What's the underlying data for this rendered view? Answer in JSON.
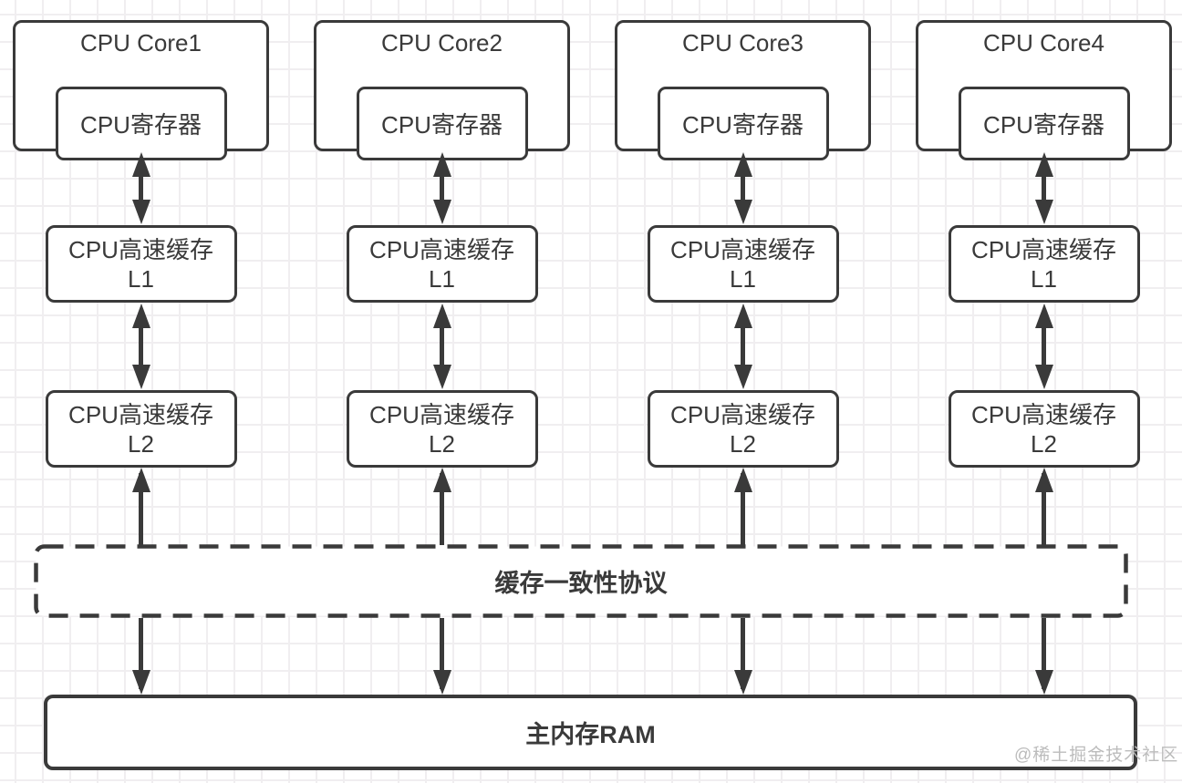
{
  "diagram": {
    "columns": [
      {
        "core_title": "CPU Core1",
        "register_label": "CPU寄存器",
        "l1": {
          "line1": "CPU高速缓存",
          "line2": "L1"
        },
        "l2": {
          "line1": "CPU高速缓存",
          "line2": "L2"
        }
      },
      {
        "core_title": "CPU Core2",
        "register_label": "CPU寄存器",
        "l1": {
          "line1": "CPU高速缓存",
          "line2": "L1"
        },
        "l2": {
          "line1": "CPU高速缓存",
          "line2": "L2"
        }
      },
      {
        "core_title": "CPU Core3",
        "register_label": "CPU寄存器",
        "l1": {
          "line1": "CPU高速缓存",
          "line2": "L1"
        },
        "l2": {
          "line1": "CPU高速缓存",
          "line2": "L2"
        }
      },
      {
        "core_title": "CPU Core4",
        "register_label": "CPU寄存器",
        "l1": {
          "line1": "CPU高速缓存",
          "line2": "L1"
        },
        "l2": {
          "line1": "CPU高速缓存",
          "line2": "L2"
        }
      }
    ],
    "coherence_label": "缓存一致性协议",
    "ram_label": "主内存RAM",
    "watermark": "@稀土掘金技术社区",
    "colors": {
      "stroke": "#3a3a3a",
      "grid": "#f0eef0",
      "background": "#ffffff",
      "watermark": "#bcbcbc"
    }
  }
}
